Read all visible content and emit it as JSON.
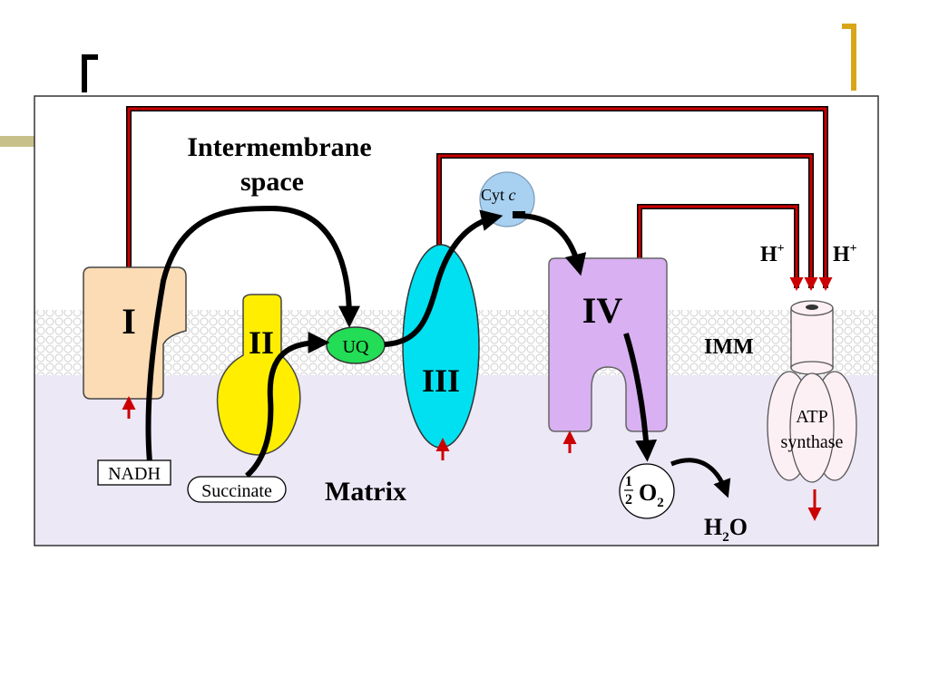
{
  "labels": {
    "intermembrane_line1": "Intermembrane",
    "intermembrane_line2": "space",
    "matrix": "Matrix",
    "imm": "IMM",
    "complex_I": "I",
    "complex_II": "II",
    "complex_III": "III",
    "complex_IV": "IV",
    "uq": "UQ",
    "cyt_c": "Cyt ",
    "cyt_c_italic": "c",
    "nadh": "NADH",
    "succinate": "Succinate",
    "h_plus_1": "H",
    "h_plus_2": "H",
    "plus": "+",
    "atp_line1": "ATP",
    "atp_line2": "synthase",
    "half_num": "1",
    "half_den": "2",
    "o2": "O",
    "o2_sub": "2",
    "h2o_h": "H",
    "h2o_sub": "2",
    "h2o_o": "O"
  },
  "colors": {
    "accent_olive": "#c8c08a",
    "accent_gold": "#d9a61a",
    "matrix_bg": "#ece8f6",
    "ims_bg": "#ffffff",
    "proton_arrow": "#cc0000",
    "complex_I": "#fbdcb4",
    "complex_II": "#ffee00",
    "complex_III": "#00e0f0",
    "complex_IV": "#d9b0f2",
    "uq": "#22dd55",
    "cyt_c": "#a8d0f0",
    "atp_synthase": "#fdf0f4"
  }
}
